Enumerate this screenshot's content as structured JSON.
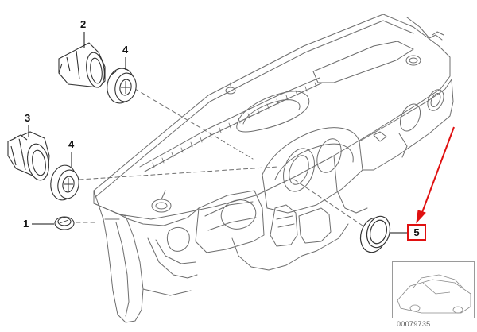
{
  "callouts": {
    "part_2": "2",
    "part_4_upper": "4",
    "part_3": "3",
    "part_4_lower": "4",
    "part_1": "1",
    "part_5": "5"
  },
  "reference_code": "00079735",
  "colors": {
    "line_art": "#6d6d6d",
    "highlight": "#e01010",
    "label": "#111111"
  },
  "icons": [
    "dashboard-illustration",
    "air-vent-icon",
    "vent-ring-icon",
    "trim-ring-icon",
    "arrow-icon",
    "car-thumbnail-icon"
  ]
}
